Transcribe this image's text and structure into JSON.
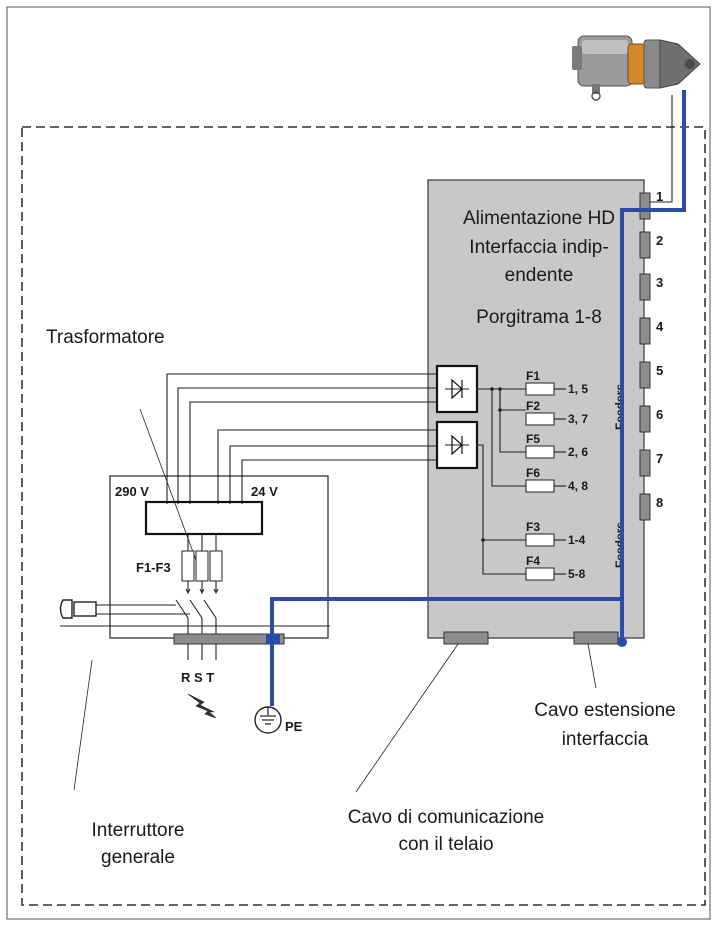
{
  "labels": {
    "power_unit": [
      "Alimentazione HD",
      "Interfaccia indip-",
      "endente"
    ],
    "feeders_range": "Porgitrama 1-8",
    "transformer": "Trasformatore",
    "voltage_high": "290 V",
    "voltage_low": "24 V",
    "transformer_fuses": "F1-F3",
    "phases": "R S T",
    "ground": "PE",
    "feeders_top": "Feeders",
    "feeders_bottom": "Feeders",
    "main_switch": [
      "Interruttore",
      "generale"
    ],
    "comm_cable": [
      "Cavo di comunicazione",
      "con il telaio"
    ],
    "ext_cable": [
      "Cavo estensione",
      "interfaccia"
    ]
  },
  "ports": [
    "1",
    "2",
    "3",
    "4",
    "5",
    "6",
    "7",
    "8"
  ],
  "fuses": [
    {
      "name": "F1",
      "outputs": "1, 5"
    },
    {
      "name": "F2",
      "outputs": "3, 7"
    },
    {
      "name": "F5",
      "outputs": "2, 6"
    },
    {
      "name": "F6",
      "outputs": "4, 8"
    },
    {
      "name": "F3",
      "outputs": "1-4"
    },
    {
      "name": "F4",
      "outputs": "5-8"
    }
  ],
  "colors": {
    "cable": "#2c4aa8",
    "panel": "#c8c8c8",
    "port": "#8c8c8c",
    "line": "#222222"
  }
}
